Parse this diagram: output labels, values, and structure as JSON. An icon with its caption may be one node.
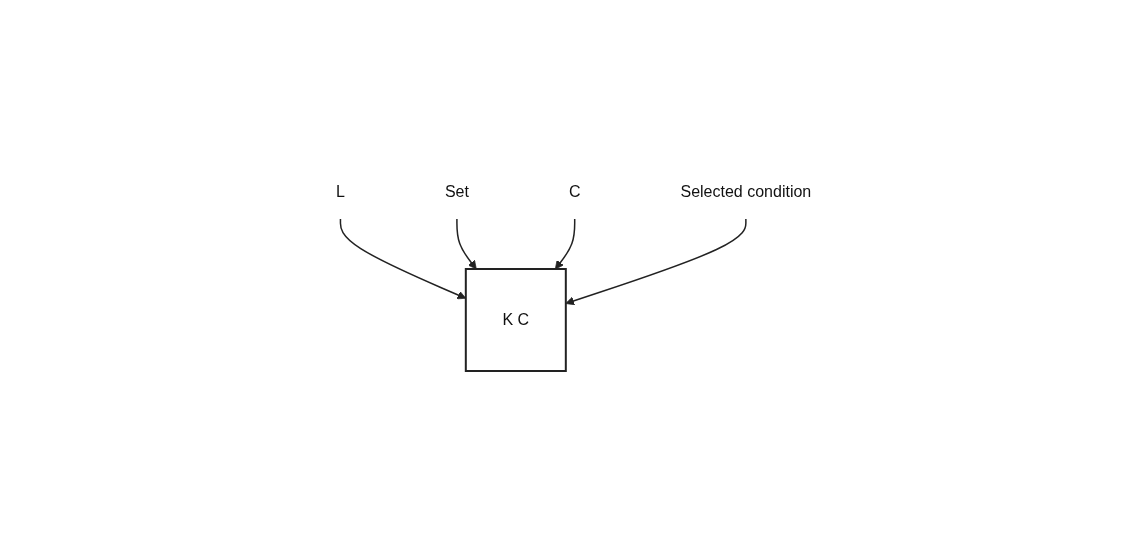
{
  "diagram": {
    "nodes": [
      {
        "text": [
          "L"
        ]
      },
      {
        "text": [
          "Set"
        ]
      },
      {
        "text": [
          "C"
        ]
      },
      {
        "text": [
          "Selected condition"
        ]
      },
      {
        "text": [
          "K C"
        ]
      }
    ],
    "edges": [
      {
        "from": 0,
        "to": 4,
        "arrow": "to"
      },
      {
        "from": 1,
        "to": 4,
        "arrow": "to"
      },
      {
        "from": 2,
        "to": 4,
        "arrow": "to"
      },
      {
        "from": 3,
        "to": 4,
        "arrow": "to"
      }
    ]
  }
}
